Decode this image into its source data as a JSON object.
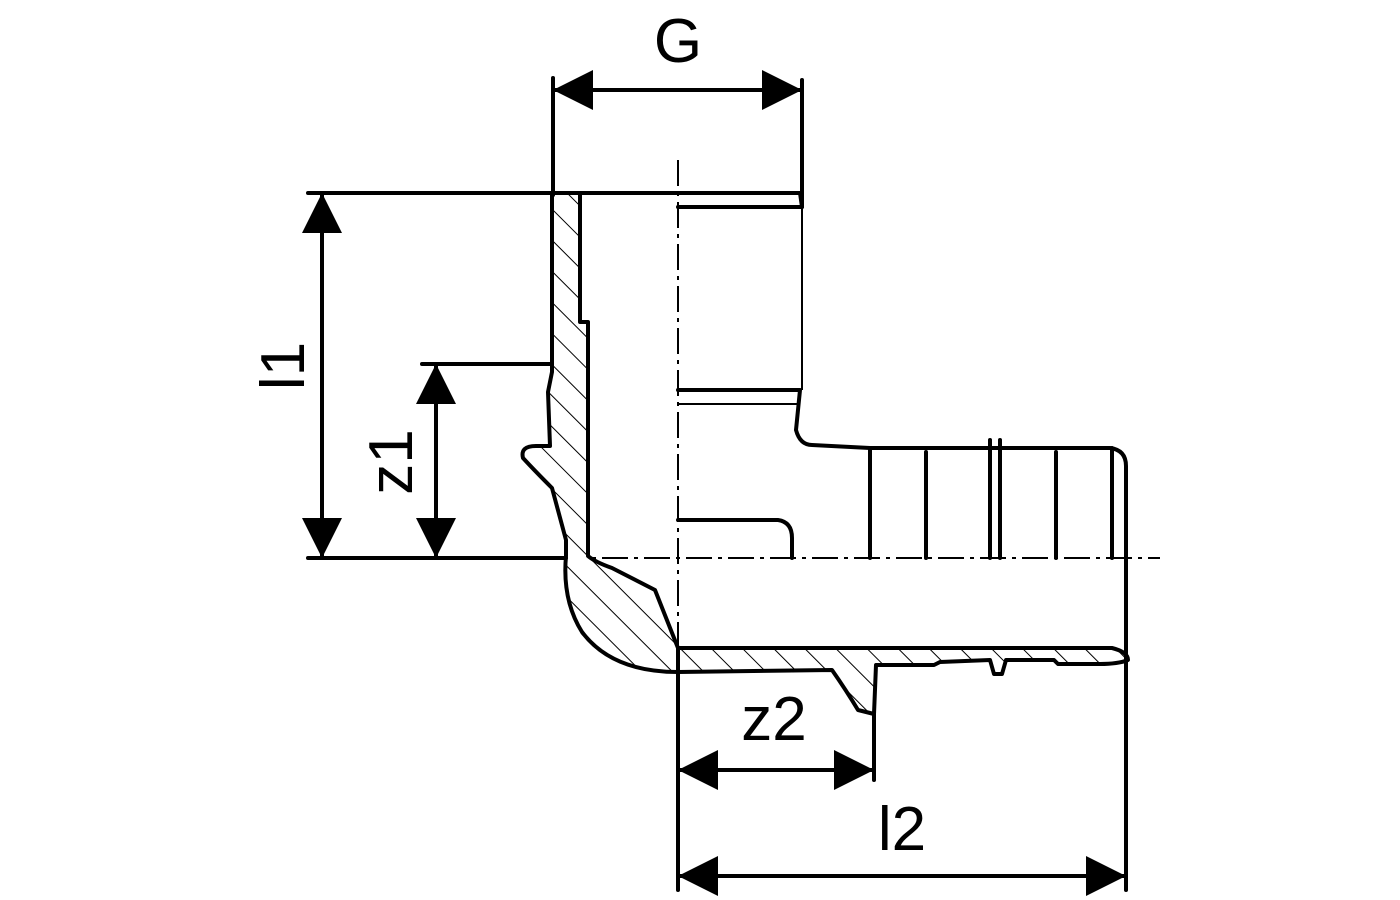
{
  "labels": {
    "G": "G",
    "l1": "l1",
    "z1": "z1",
    "z2": "z2",
    "l2": "l2"
  },
  "colors": {
    "line": "#000000",
    "background": "#ffffff"
  }
}
